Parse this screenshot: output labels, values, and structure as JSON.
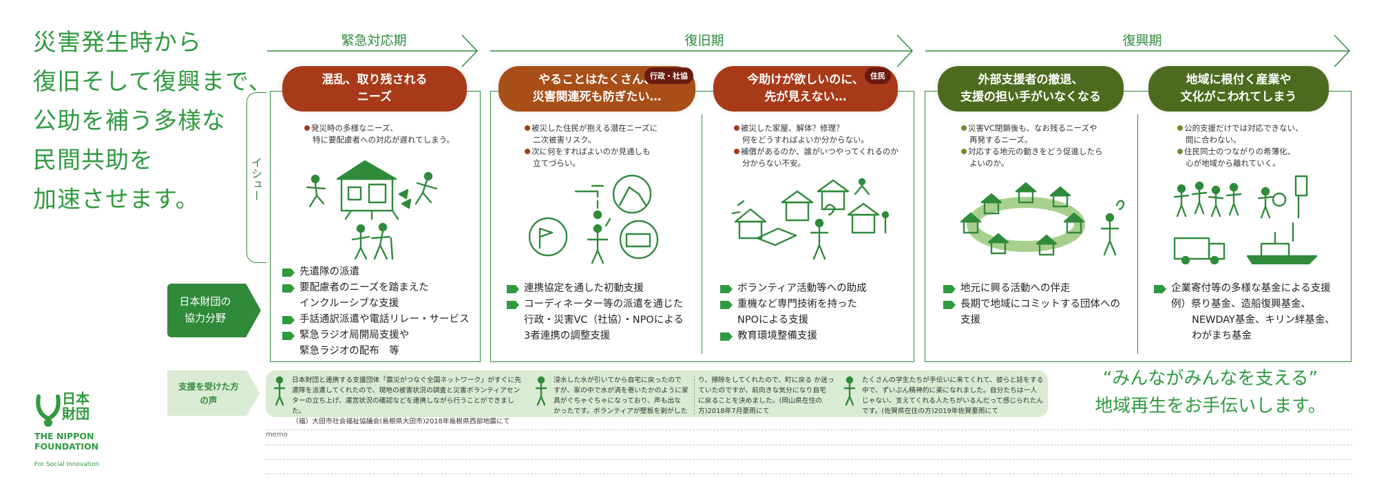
{
  "headline": [
    "災害発生時から",
    "復旧そして復興まで、",
    "公助を補う多様な",
    "民間共助を",
    "加速させます。"
  ],
  "phases": [
    "緊急対応期",
    "復旧期",
    "復興期"
  ],
  "issue_label": "イシュー",
  "cooperation_label": [
    "日本財団の",
    "協力分野"
  ],
  "columns": [
    {
      "title": [
        "混乱、取り残される",
        "ニーズ"
      ],
      "issues": [
        [
          "発災時の多様なニーズ、",
          "特に要配慮者への対応が遅れてしまう。"
        ]
      ],
      "supports": [
        [
          "先遣隊の派遣"
        ],
        [
          "要配慮者のニーズを踏まえた",
          "インクルーシブな支援"
        ],
        [
          "手話通訳派遣や電話リレー・サービス"
        ],
        [
          "緊急ラジオ局開局支援や",
          "緊急ラジオの配布　等"
        ]
      ]
    },
    {
      "title": [
        "やることはたくさん、",
        "災害関連死も防ぎたい…"
      ],
      "tag": "行政・社協",
      "issues": [
        [
          "被災した住民が抱える潜在ニーズに",
          "二次被害リスク。"
        ],
        [
          "次に何をすればよいのか見通しも",
          "立てづらい。"
        ]
      ],
      "supports": [
        [
          "連携協定を通した初動支援"
        ],
        [
          "コーディネーター等の派遣を通じた",
          "行政・災害VC（社協）・NPOによる",
          "3者連携の調整支援"
        ]
      ]
    },
    {
      "title": [
        "今助けが欲しいのに、",
        "先が見えない…"
      ],
      "tag": "住民",
      "issues": [
        [
          "被災した家屋、解体？修理？",
          "何をどうすればよいか分からない。"
        ],
        [
          "補償があるのか、誰がいつやってくれるのか",
          "分からない不安。"
        ]
      ],
      "supports": [
        [
          "ボランティア活動等への助成"
        ],
        [
          "重機など専門技術を持った",
          "NPOによる支援"
        ],
        [
          "教育環境整備支援"
        ]
      ]
    },
    {
      "title": [
        "外部支援者の撤退、",
        "支援の担い手がいなくなる"
      ],
      "issues": [
        [
          "災害VC閉鎖後も、なお残るニーズや",
          "再発するニーズ。"
        ],
        [
          "対応する地元の動きをどう促進したら",
          "よいのか。"
        ]
      ],
      "supports": [
        [
          "地元に興る活動への伴走"
        ],
        [
          "長期で地域にコミットする団体への",
          "支援"
        ]
      ]
    },
    {
      "title": [
        "地域に根付く産業や",
        "文化がこわれてしまう"
      ],
      "issues": [
        [
          "公的支援だけでは対応できない、",
          "間に合わない。"
        ],
        [
          "住民同士のつながりの希薄化、",
          "心が地域から離れていく。"
        ]
      ],
      "supports": [
        [
          "企業寄付等の多様な基金による支援",
          "例）祭り基金、造船復興基金、",
          "NEWDAY基金、キリン絆基金、",
          "わがまち基金"
        ]
      ]
    }
  ],
  "voices_label": [
    "支援を受けた方",
    "の声"
  ],
  "voices": [
    [
      "日本財団と連携する支援団体「震災がつなぐ全国ネットワーク」がすぐに先",
      "遣隊を派遣してくれたので、現地の被害状況の調査と災害ボランティアセン",
      "ターの立ち上げ、運営状況の確認などを連携しながら行うことができました。",
      "（福）大田市社会福祉協議会(島根県大田市)2018年島根県西部地震にて"
    ],
    [
      "浸水した水が引いてから自宅に戻ったので",
      "すが、家の中で水が渦を巻いたかのように家",
      "具がぐちゃぐちゃになっており、声も出な",
      "かったです。ボランティアが壁板を剥がした"
    ],
    [
      "り、掃除をしてくれたので、町に戻る か迷っ",
      "ていたのですが、前向きな気分になり自宅",
      "に戻ることを決めました。(岡山県在住の",
      "方)2018年7月豪雨にて"
    ],
    [
      "たくさんの学生たちが手伝いに来てくれて、彼らと話をする",
      "中で、ずいぶん精神的に楽になれました。自分たちは一人",
      "じゃない、支えてくれる人たちがいるんだって感じられたん",
      "です。(佐賀県在住の方)2019年佐賀豪雨にて"
    ]
  ],
  "slogan": [
    "“みんながみんなを支える”",
    "地域再生をお手伝いします。"
  ],
  "logo": {
    "jp": [
      "日本",
      "財団"
    ],
    "en": [
      "THE NIPPON",
      "FOUNDATION"
    ],
    "tagline": "For Social Innovation"
  },
  "memo_label": "memo",
  "colors": {
    "green": "#2f8a3a",
    "pill_red": "#a83a19",
    "pill_orange": "#a84e17",
    "pill_green": "#4d6b1f",
    "tag": "#6a1b10"
  }
}
